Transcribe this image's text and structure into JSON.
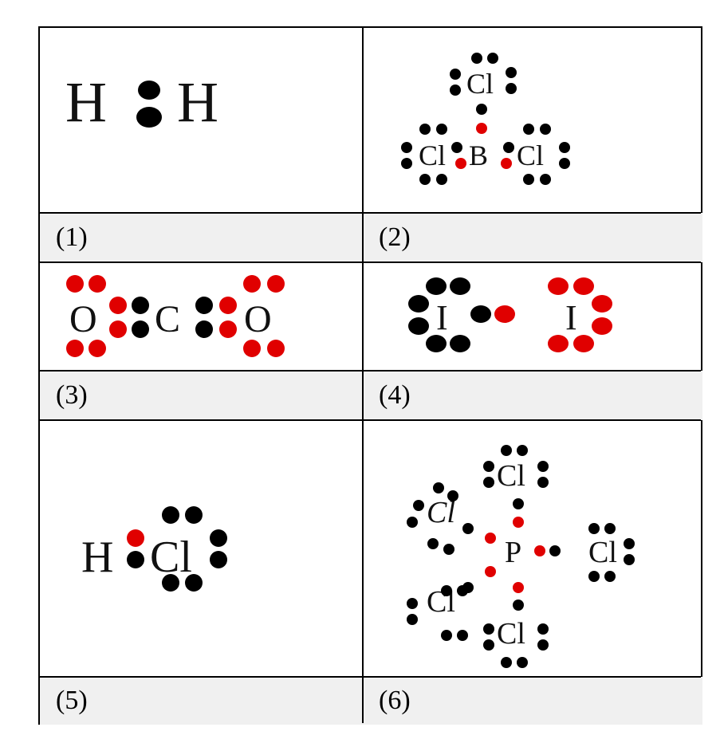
{
  "colors": {
    "shared_electron": "#e00000",
    "lone_electron": "#000000",
    "label_bg": "#f0f0f0"
  },
  "cells": [
    {
      "label": "(1)",
      "atoms": [
        "H",
        "H"
      ]
    },
    {
      "label": "(2)",
      "atoms": [
        "Cl",
        "Cl",
        "B",
        "Cl"
      ]
    },
    {
      "label": "(3)",
      "atoms": [
        "O",
        "C",
        "O"
      ]
    },
    {
      "label": "(4)",
      "atoms": [
        "I",
        "I"
      ]
    },
    {
      "label": "(5)",
      "atoms": [
        "H",
        "Cl"
      ]
    },
    {
      "label": "(6)",
      "atoms": [
        "Cl",
        "Cl",
        "P",
        "Cl",
        "Cl",
        "Cl"
      ]
    }
  ]
}
